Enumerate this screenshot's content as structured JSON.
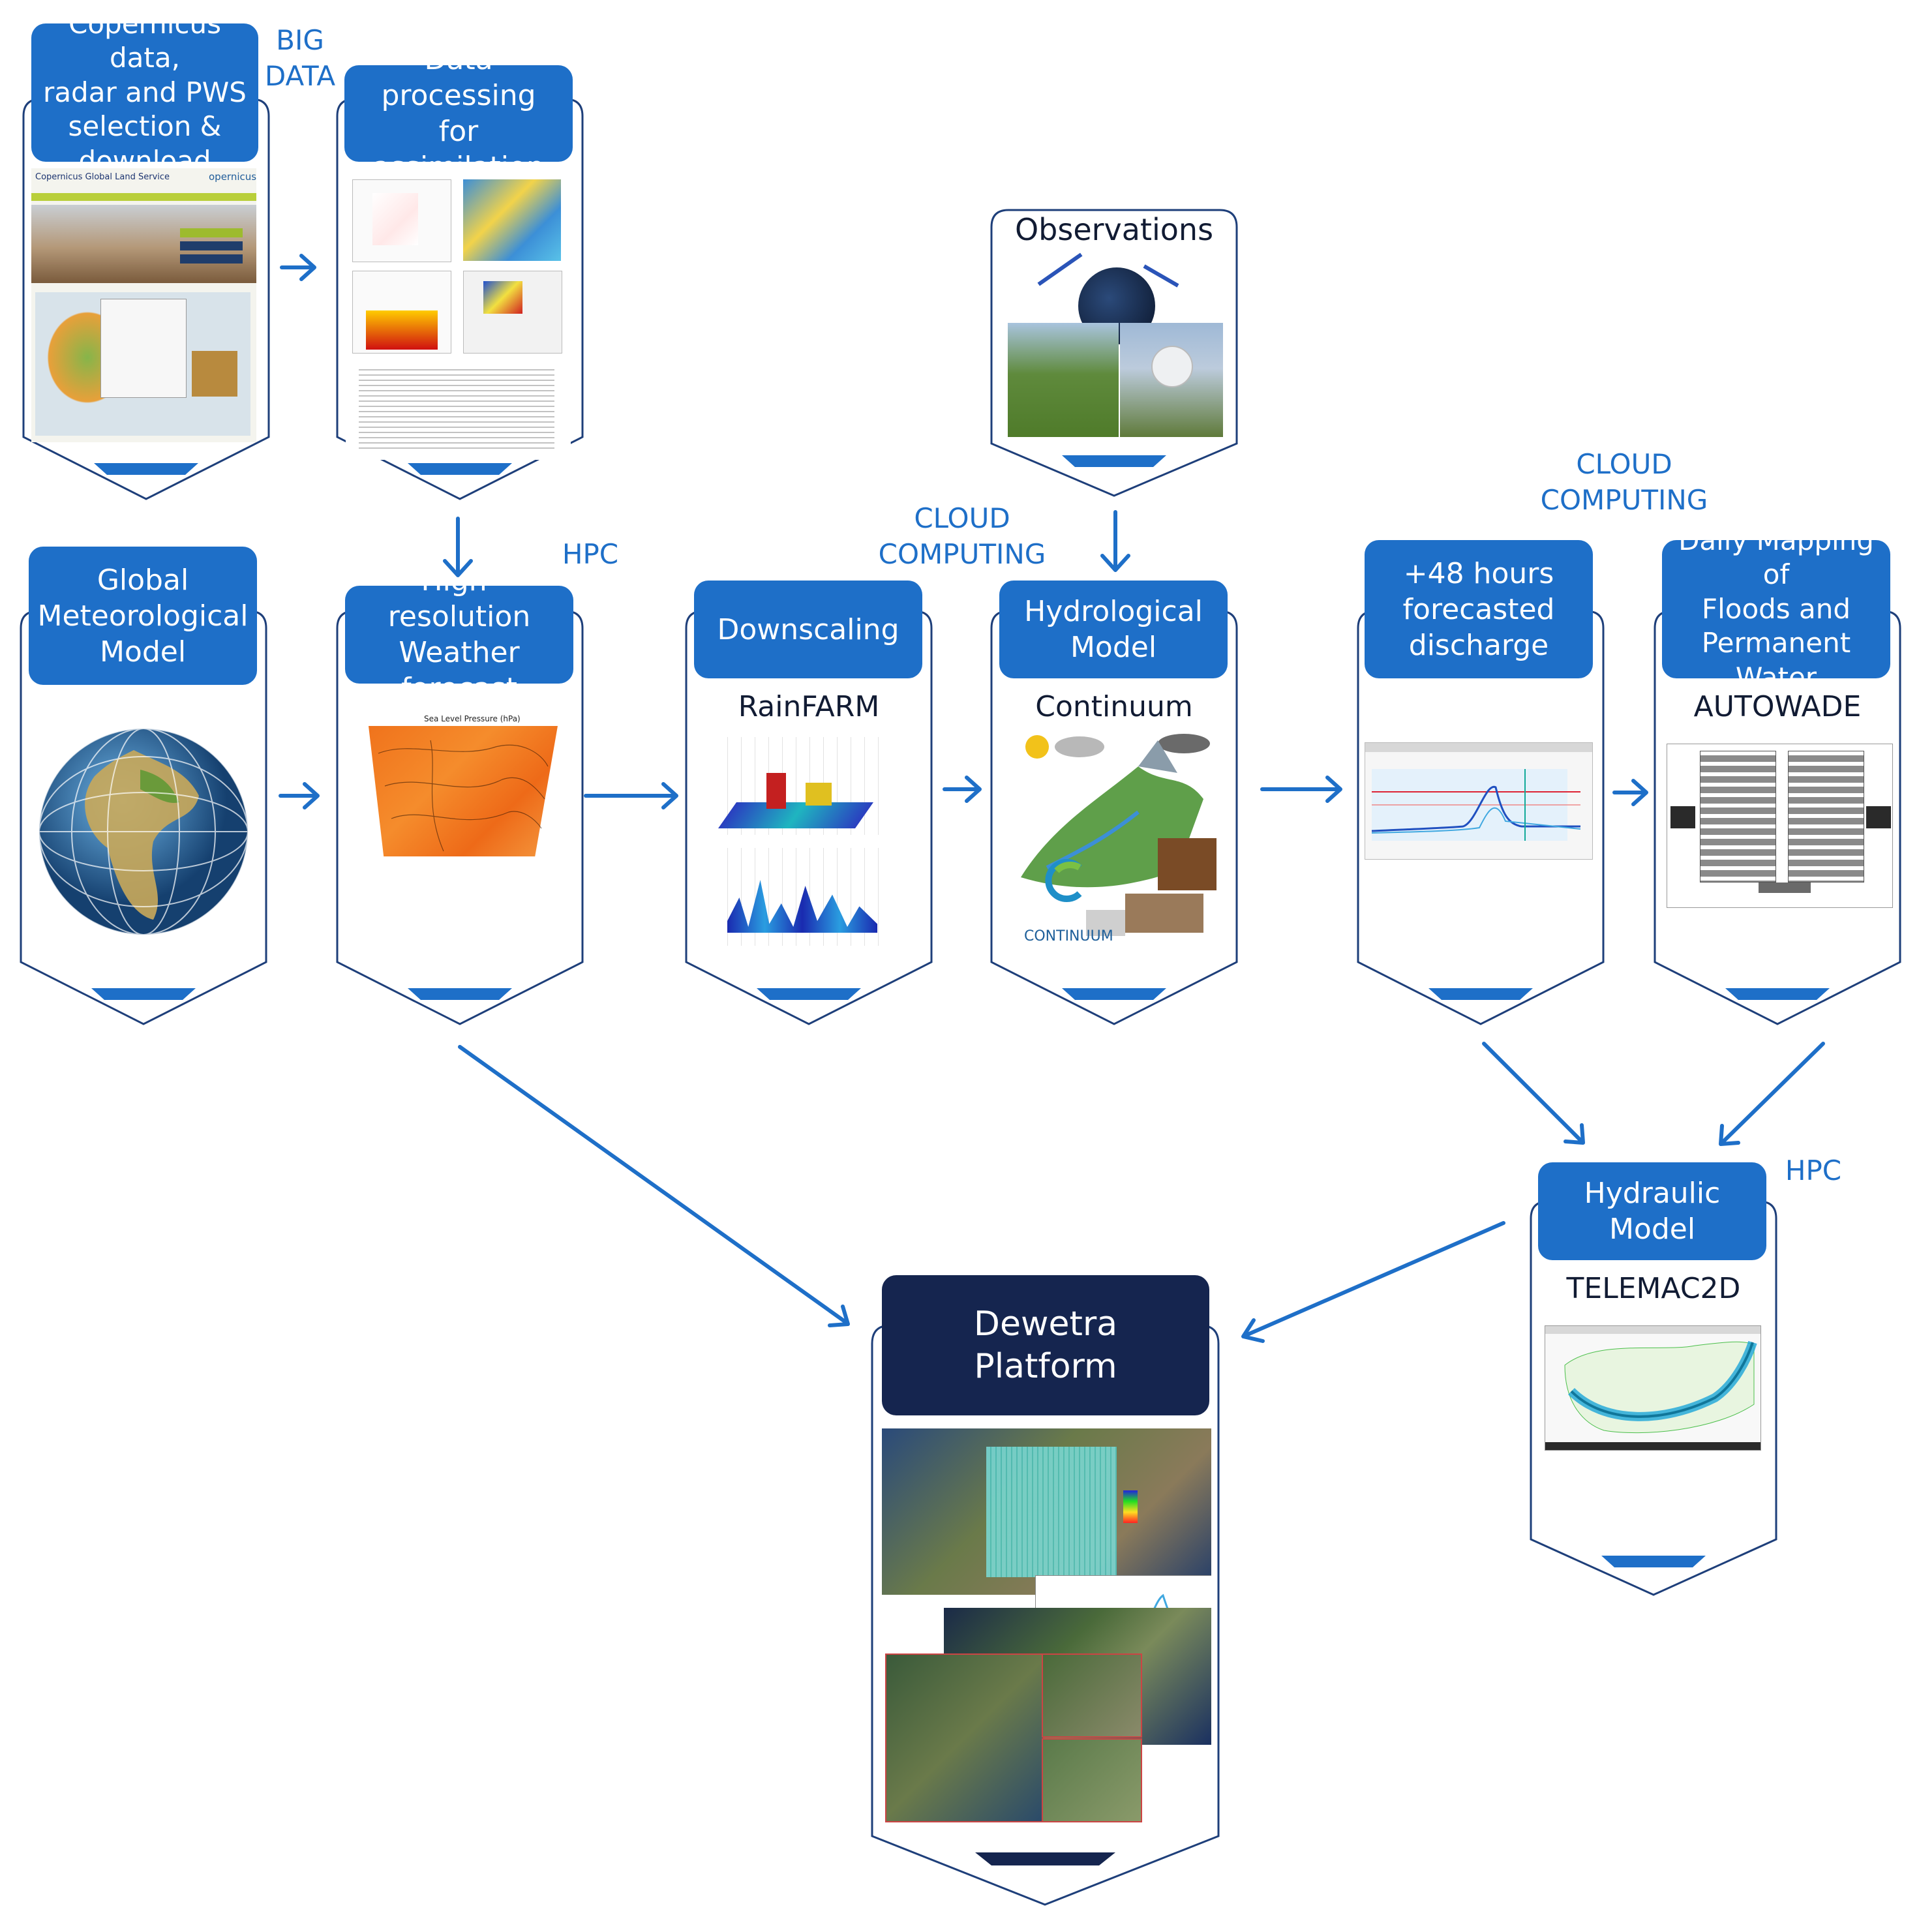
{
  "colors": {
    "accent": "#1e6fc8",
    "dark": "#15254f",
    "card_border": "#1e3f7a"
  },
  "cards": {
    "copernicus": {
      "title": "Copernicus data,\nradar and PWS\nselection &\ndownload",
      "screen_title": "Copernicus Global Land Service",
      "screen_logo": "opernicus"
    },
    "processing": {
      "title": "Data processing\nfor assimilation"
    },
    "observations": {
      "title": "Observations"
    },
    "global": {
      "title": "Global\nMeteorological\nModel"
    },
    "highres": {
      "title": "High-resolution\nWeather forecast",
      "chart_title": "Sea Level Pressure (hPa)"
    },
    "downscaling": {
      "title": "Downscaling",
      "subtitle": "RainFARM"
    },
    "hydrological": {
      "title": "Hydrological\nModel",
      "subtitle": "Continuum",
      "logo_text": "CONTINUUM"
    },
    "discharge": {
      "title": "+48 hours\nforecasted\ndischarge"
    },
    "floods": {
      "title": "Daily Mapping of\nFloods and\nPermanent Water",
      "subtitle": "AUTOWADE"
    },
    "hydraulic": {
      "title": "Hydraulic\nModel",
      "subtitle": "TELEMAC2D"
    },
    "dewetra": {
      "title": "Dewetra\nPlatform"
    }
  },
  "tags": {
    "big_data": "BIG\nDATA",
    "hpc_top": "HPC",
    "cloud_mid": "CLOUD\nCOMPUTING",
    "cloud_right": "CLOUD\nCOMPUTING",
    "hpc_bottom": "HPC"
  }
}
